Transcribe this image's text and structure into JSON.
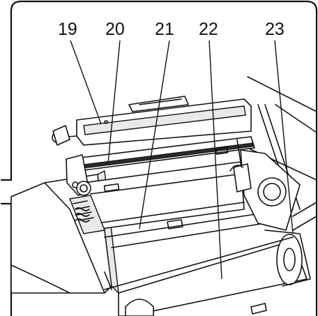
{
  "diagram": {
    "callouts": [
      {
        "id": "19",
        "label": "19"
      },
      {
        "id": "20",
        "label": "20"
      },
      {
        "id": "21",
        "label": "21"
      },
      {
        "id": "22",
        "label": "22"
      },
      {
        "id": "23",
        "label": "23"
      }
    ]
  },
  "colors": {
    "line": "#111111",
    "background": "#ffffff",
    "shade": "#e9e9e9"
  }
}
